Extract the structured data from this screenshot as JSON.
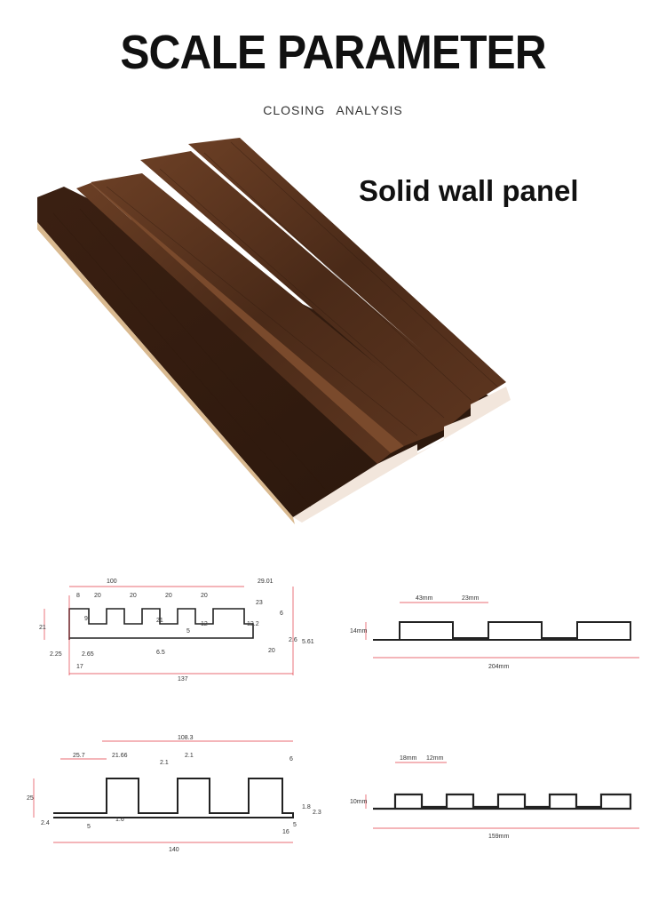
{
  "header": {
    "title": "SCALE PARAMETER",
    "subtitle": "CLOSING   ANALYSIS"
  },
  "product": {
    "label": "Solid wall panel"
  },
  "colors": {
    "wood": "#5a3420",
    "core": "#f2e6dc",
    "dimension_line": "#e23a45"
  },
  "drawings": {
    "d1": {
      "dims": [
        "100",
        "29.01",
        "8",
        "20",
        "20",
        "20",
        "20",
        "23",
        "6",
        "21",
        "9",
        "21",
        "5",
        "12",
        "12.2",
        "2.25",
        "2.65",
        "17",
        "6.5",
        "20",
        "2.6",
        "5.61",
        "137"
      ]
    },
    "d2": {
      "dims": [
        "43mm",
        "23mm",
        "14mm",
        "204mm"
      ]
    },
    "d3": {
      "dims": [
        "108.3",
        "25.7",
        "21.66",
        "2.1",
        "2.1",
        "6",
        "25",
        "2.4",
        "5",
        "1.6",
        "1.8",
        "2.3",
        "16",
        "5",
        "140"
      ]
    },
    "d4": {
      "dims": [
        "18mm",
        "12mm",
        "10mm",
        "159mm"
      ]
    }
  }
}
